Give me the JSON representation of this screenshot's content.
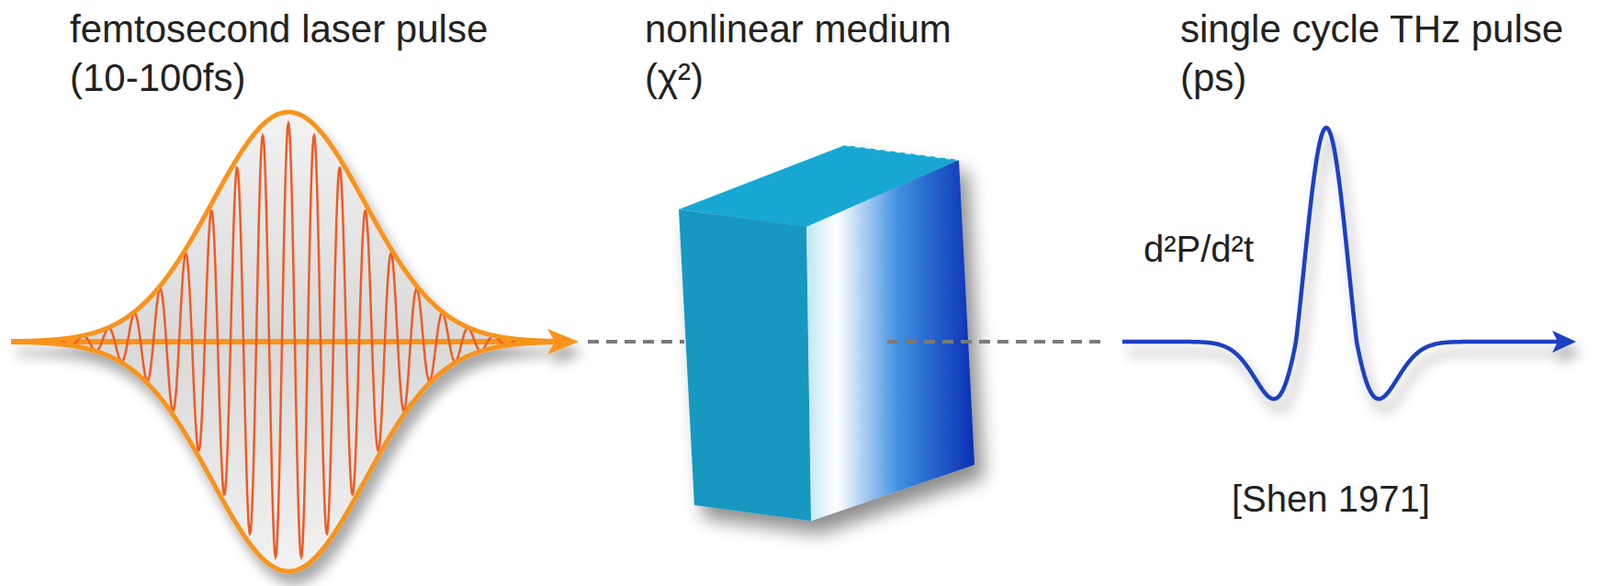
{
  "diagram": {
    "labels": [
      "femtosecond laser pulse (10-100fs)",
      "nonlinear medium (χ²)",
      "single cycle THz pulse (ps)",
      "d²P/d²t",
      "[Shen 1971]"
    ]
  }
}
